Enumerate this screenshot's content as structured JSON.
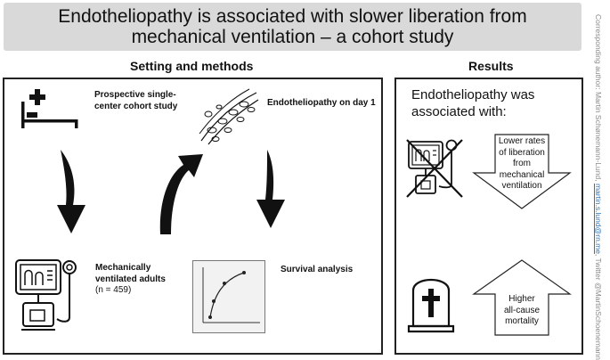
{
  "title": "Endotheliopathy is associated with slower liberation from\nmechanical ventilation – a cohort study",
  "setting": {
    "heading": "Setting and methods",
    "step1": "Prospective single-\ncenter cohort study",
    "step2": "Endotheliopathy on day 1",
    "step3_title": "Mechanically\nventilated adults",
    "step3_n": "(n = 459)",
    "step4": "Survival analysis"
  },
  "results": {
    "heading": "Results",
    "intro": "Endotheliopathy was\nassociated with:",
    "outcome1": "Lower rates\nof liberation\nfrom\nmechanical\nventilation",
    "outcome2": "Higher\nall-cause\nmortality"
  },
  "footer": {
    "corresponding": "Corresponding author: Martin Schønemann-Lund,",
    "email": "martin.s.lund@rn.me",
    "twitter": "Twitter @MartinSchoenemann"
  },
  "colors": {
    "title_bg": "#d9d9d9",
    "panel_border": "#222222",
    "link": "#2f74b5",
    "muted": "#8a8a8a"
  },
  "icons": [
    "hospital-bed-icon",
    "endothelium-vessel-icon",
    "ventilator-icon",
    "survival-curve-icon",
    "crossed-ventilator-icon",
    "tombstone-icon",
    "down-arrow-icon",
    "up-arrow-icon",
    "curved-arrow-icon"
  ]
}
